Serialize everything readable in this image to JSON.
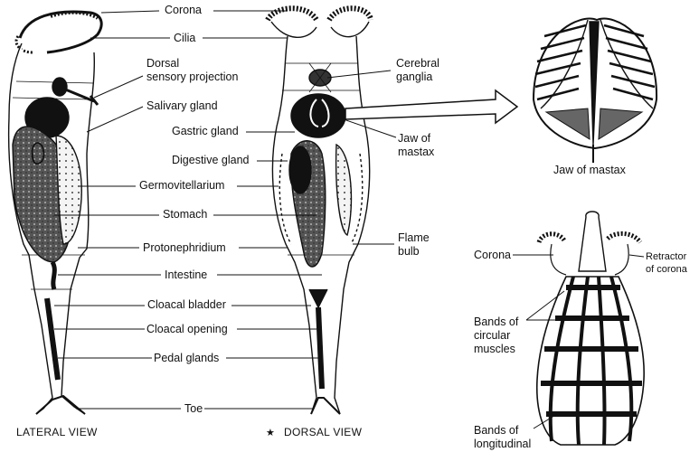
{
  "labels": {
    "corona": "Corona",
    "cilia": "Cilia",
    "dorsal_sensory_1": "Dorsal",
    "dorsal_sensory_2": "sensory projection",
    "salivary_gland": "Salivary gland",
    "gastric_gland": "Gastric gland",
    "digestive_gland": "Digestive gland",
    "germovitellarium": "Germovitellarium",
    "stomach": "Stomach",
    "protonephridium": "Protonephridium",
    "intestine": "Intestine",
    "cloacal_bladder": "Cloacal bladder",
    "cloacal_opening": "Cloacal opening",
    "pedal_glands": "Pedal glands",
    "toe": "Toe",
    "cerebral_1": "Cerebral",
    "cerebral_2": "ganglia",
    "jaw_1": "Jaw of",
    "jaw_2": "mastax",
    "flame_1": "Flame",
    "flame_2": "bulb",
    "jaw_caption": "Jaw of mastax",
    "corona_right": "Corona",
    "retractor_1": "Retractor",
    "retractor_2": "of corona",
    "bands_circ_1": "Bands of",
    "bands_circ_2": "circular",
    "bands_circ_3": "muscles",
    "bands_long_1": "Bands of",
    "bands_long_2": "longitudinal",
    "lateral_view": "LATERAL VIEW",
    "dorsal_view": "DORSAL VIEW",
    "dorsal_mark": "★"
  }
}
